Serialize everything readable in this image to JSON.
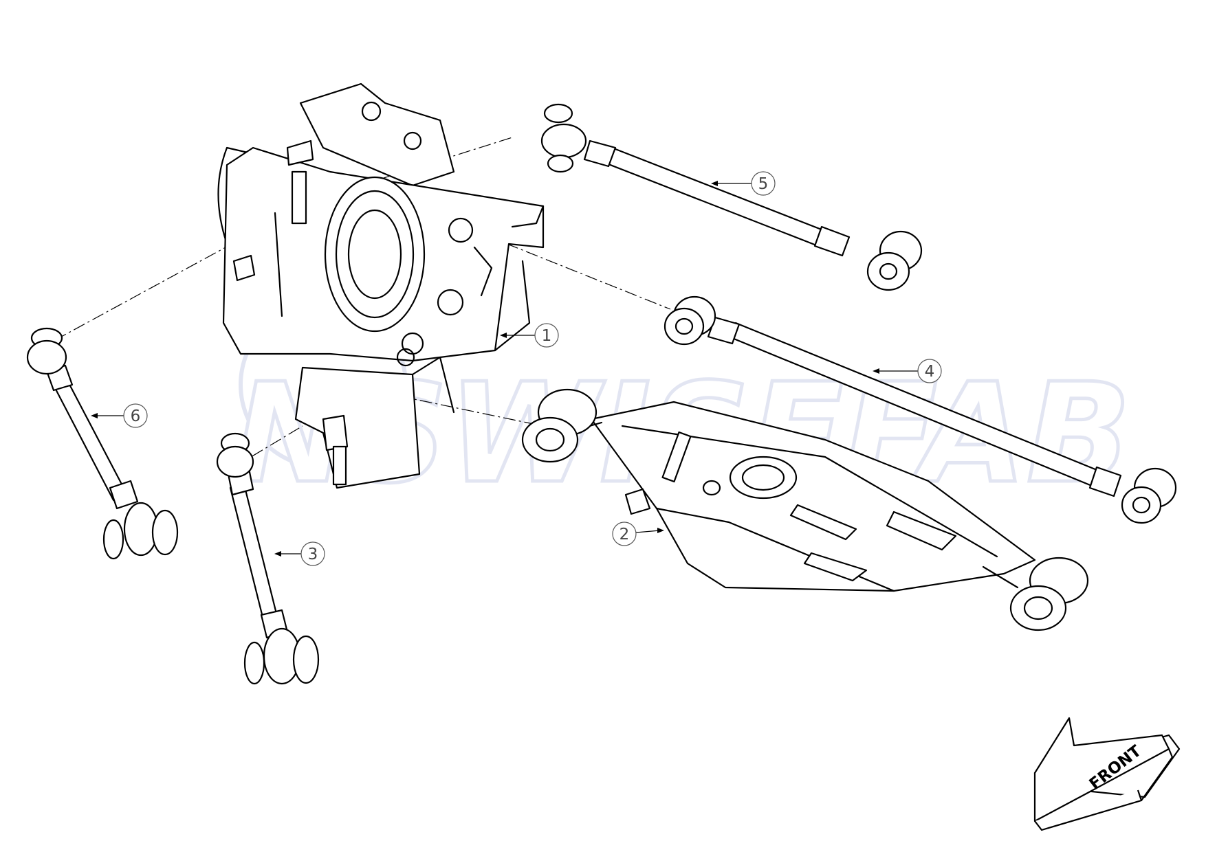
{
  "watermark": {
    "text": "NSWISEFAB",
    "color": "#dfe3f1"
  },
  "callouts": [
    {
      "id": "1",
      "label": "1"
    },
    {
      "id": "2",
      "label": "2"
    },
    {
      "id": "3",
      "label": "3"
    },
    {
      "id": "4",
      "label": "4"
    },
    {
      "id": "5",
      "label": "5"
    },
    {
      "id": "6",
      "label": "6"
    }
  ],
  "direction_arrow": {
    "label": "FRONT"
  },
  "colors": {
    "line": "#000000",
    "background": "#ffffff",
    "callout": "#555555"
  }
}
